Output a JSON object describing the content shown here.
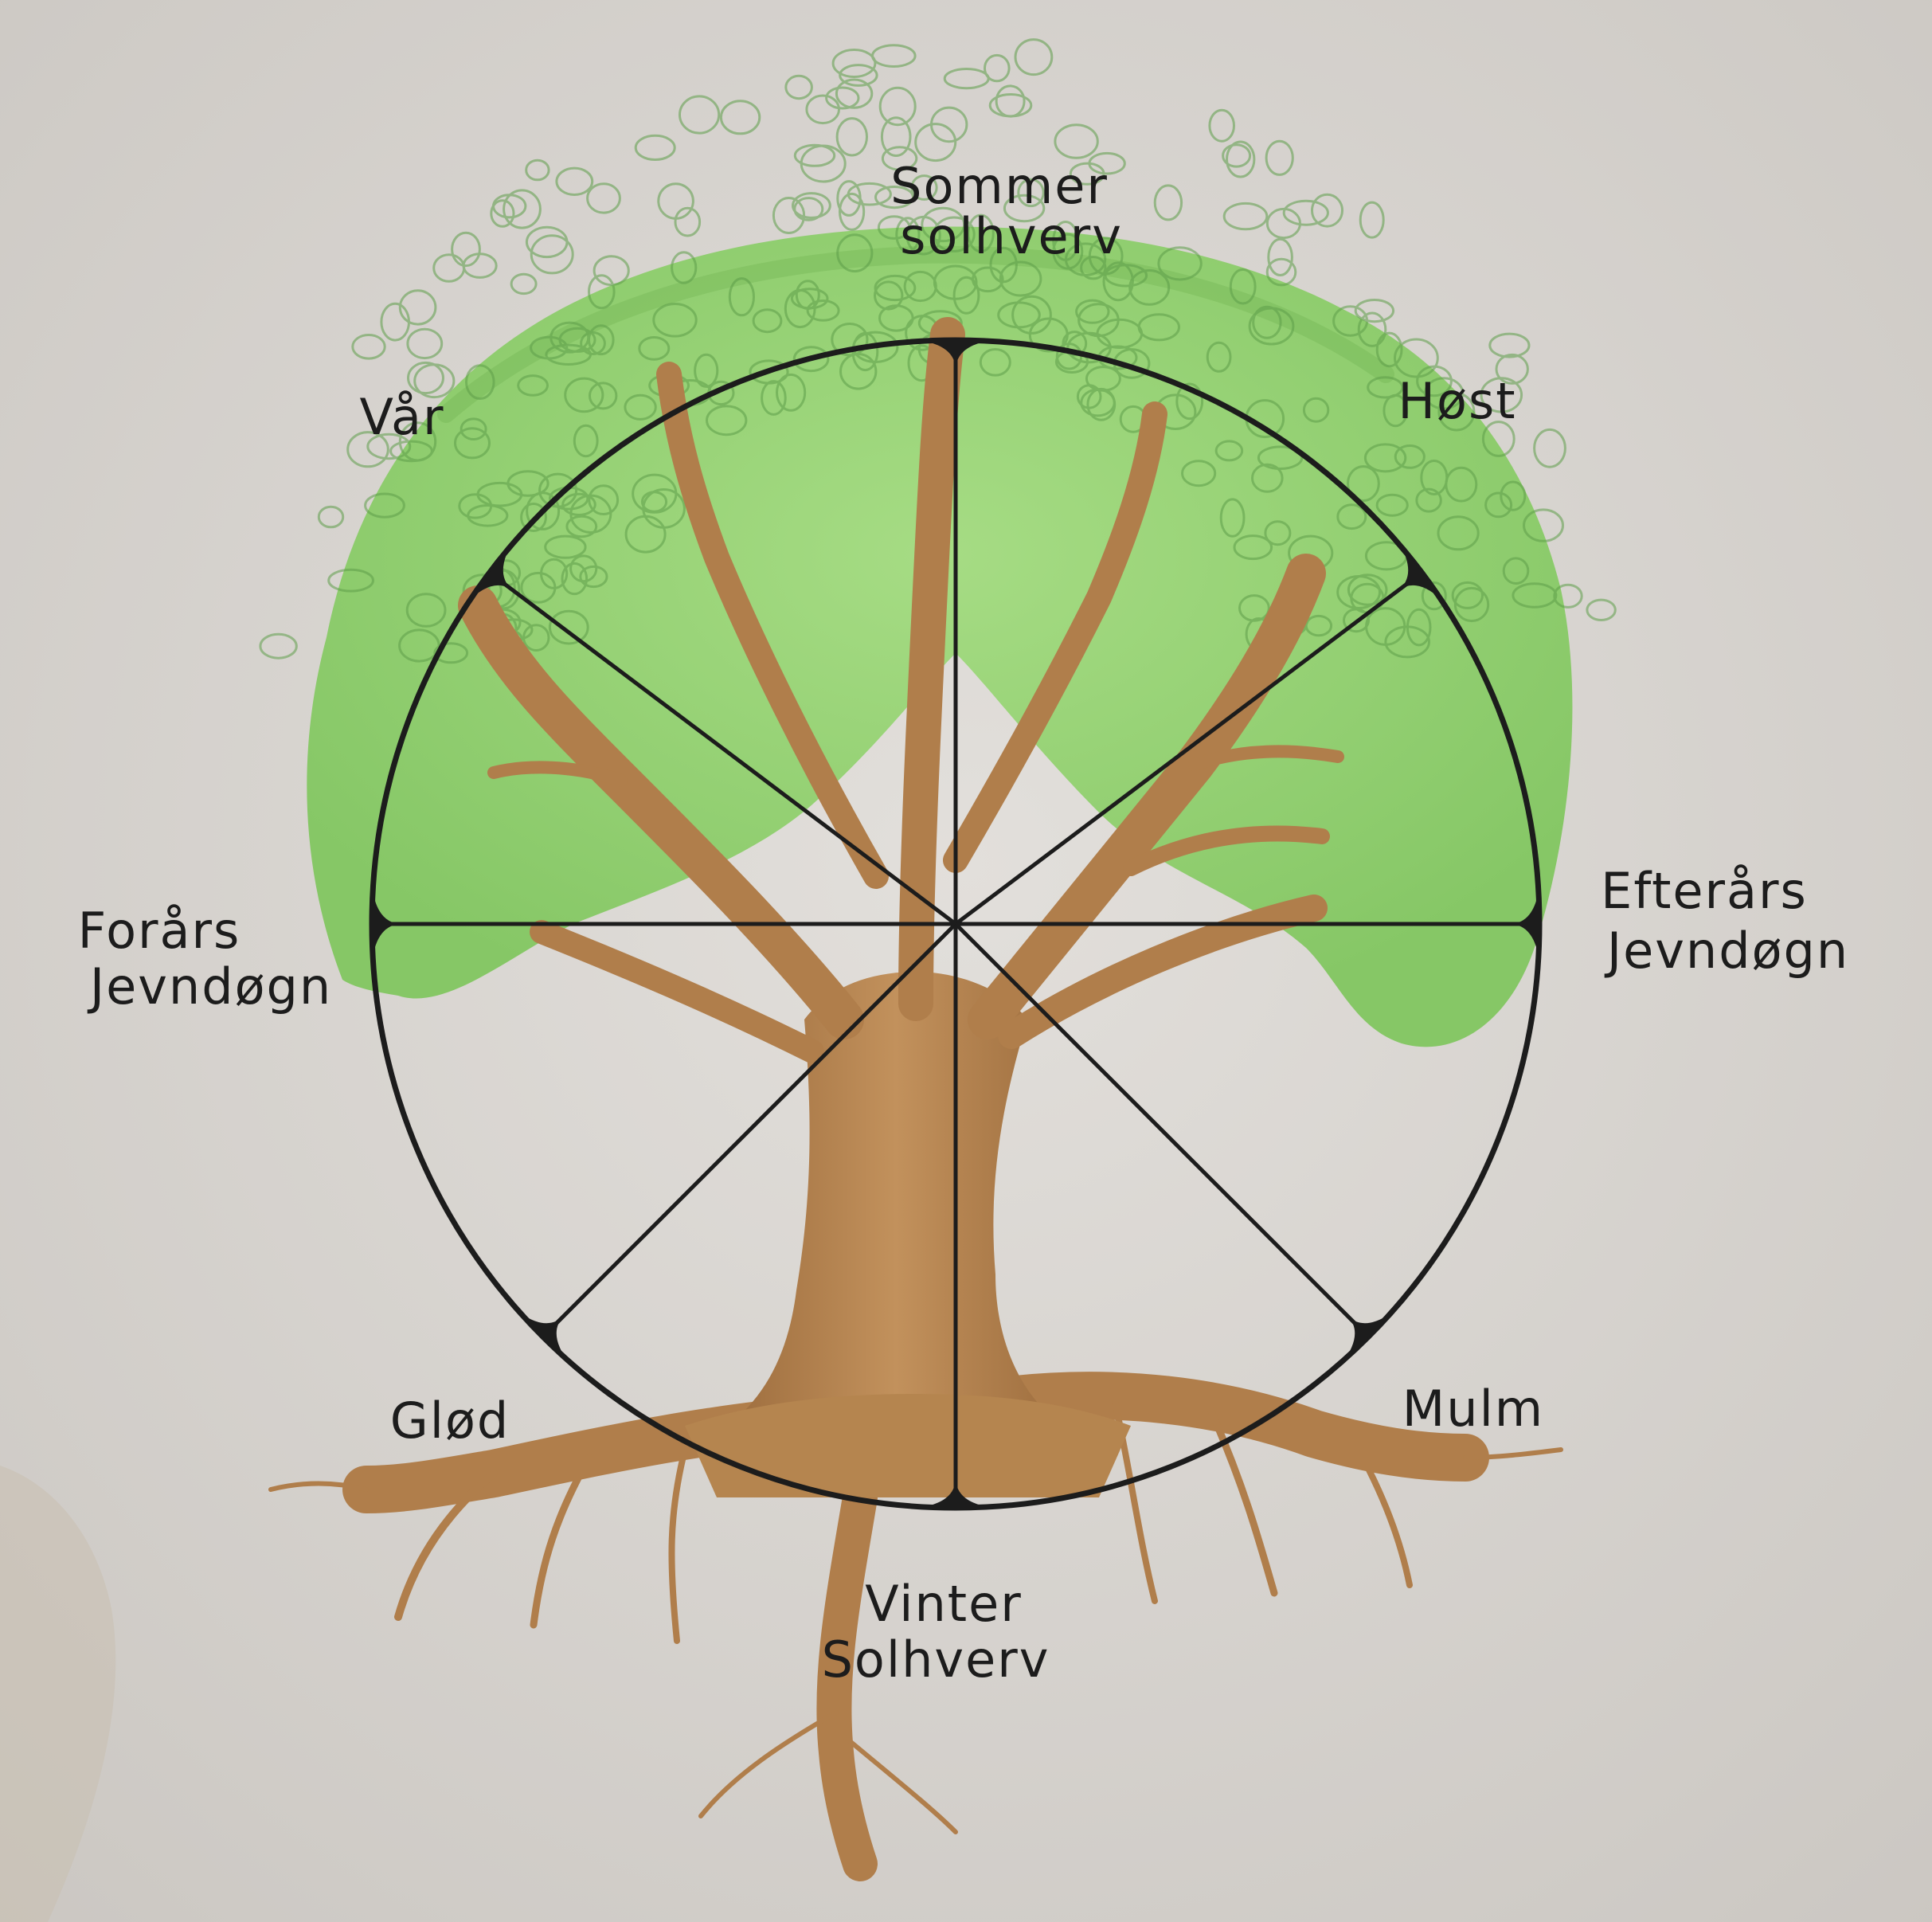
{
  "diagram": {
    "colors": {
      "paper": "#d9d6d2",
      "paper_shade": "#cdc9c4",
      "ink": "#1c1c1c",
      "foliage": "#8fcf6a",
      "foliage_dark": "#5e9e4a",
      "bark": "#b5854f",
      "bark_dark": "#8a5e33"
    },
    "labels": {
      "summer_line1": "Sommer",
      "summer_line2": "solhverv",
      "autumn": "Høst",
      "spring": "Vår",
      "spring_equinox_line1": "Forårs",
      "spring_equinox_line2": "Jevndøgn",
      "autumn_equinox_line1": "Efterårs",
      "autumn_equinox_line2": "Jevndøgn",
      "glod": "Glød",
      "mulm": "Mulm",
      "winter_line1": "Vinter",
      "winter_line2": "Solhverv"
    }
  }
}
